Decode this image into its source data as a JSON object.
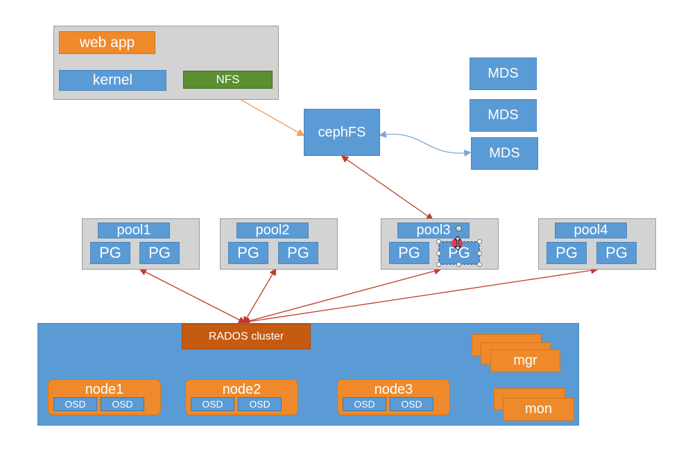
{
  "app": {
    "labels": {
      "web_app": "web app",
      "kernel": "kernel",
      "nfs": "NFS",
      "cephfs": "cephFS",
      "mds": [
        "MDS",
        "MDS",
        "MDS"
      ],
      "pools": [
        {
          "name": "pool1",
          "pgs": [
            "PG",
            "PG"
          ]
        },
        {
          "name": "pool2",
          "pgs": [
            "PG",
            "PG"
          ]
        },
        {
          "name": "pool3",
          "pgs": [
            "PG",
            "PG"
          ]
        },
        {
          "name": "pool4",
          "pgs": [
            "PG",
            "PG"
          ]
        }
      ],
      "rados": "RADOS cluster",
      "nodes": [
        {
          "name": "node1",
          "osds": [
            "OSD",
            "OSD"
          ]
        },
        {
          "name": "node2",
          "osds": [
            "OSD",
            "OSD"
          ]
        },
        {
          "name": "node3",
          "osds": [
            "OSD",
            "OSD"
          ]
        }
      ],
      "mgr": "mgr",
      "mon": "mon"
    },
    "colors": {
      "box_blue": "#5b9bd5",
      "box_orange": "#ee8a2c",
      "rados_orange": "#c55a11",
      "nfs_green": "#5a8f32",
      "group_grey": "#d3d3d3",
      "arrow_red": "#c0392b",
      "arrow_orange": "#f0a060",
      "arrow_blue": "#7ea7d8"
    },
    "selection": {
      "selected_element": "pool3-pg-2"
    }
  }
}
